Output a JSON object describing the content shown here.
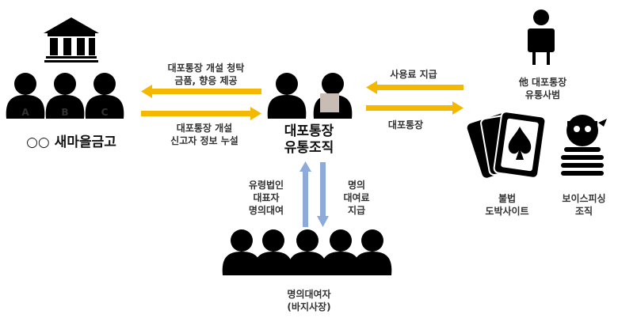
{
  "colors": {
    "yellow_arrow": "#f5b800",
    "blue_arrow": "#8eaadb",
    "silhouette": "#000000"
  },
  "bank": {
    "label": "○○ 새마을금고",
    "staff_letters": [
      "A",
      "B",
      "C"
    ]
  },
  "org": {
    "label_line1": "대포통장",
    "label_line2": "유통조직"
  },
  "arrow_bank_left": {
    "line1": "대포통장 개설 청탁",
    "line2": "금품, 향응 제공"
  },
  "arrow_bank_right": {
    "line1": "대포통장 개설",
    "line2": "신고자 정보 누설"
  },
  "arrow_right_left": {
    "label": "사용료  지급"
  },
  "arrow_right_right": {
    "label": "대포통장"
  },
  "other_dealer": {
    "line1": "他 대포통장",
    "line2": "유통사범"
  },
  "gambling": {
    "line1": "불법",
    "line2": "도박사이트"
  },
  "phishing": {
    "line1": "보이스피싱",
    "line2": "조직"
  },
  "arrow_up": {
    "line1": "유령법인",
    "line2": "대표자",
    "line3": "명의대여"
  },
  "arrow_down": {
    "line1": "명의",
    "line2": "대여료",
    "line3": "지급"
  },
  "lenders": {
    "line1": "명의대여자",
    "line2": "(바지사장)"
  }
}
